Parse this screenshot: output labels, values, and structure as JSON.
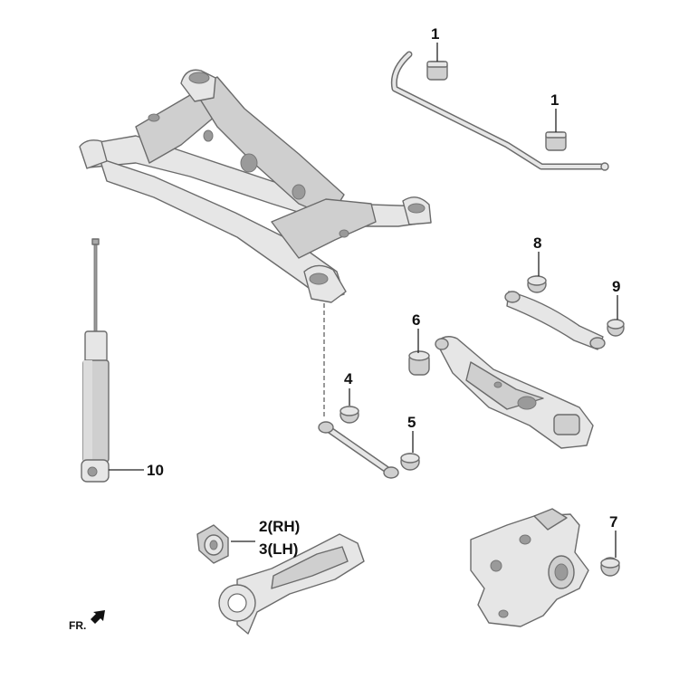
{
  "colors": {
    "part_light": "#e6e6e6",
    "part_mid": "#cfcfcf",
    "part_dark": "#a9a9a9",
    "outline": "#6b6b6b",
    "label": "#111111"
  },
  "callouts": {
    "c1a": "1",
    "c1b": "1",
    "c2": "2(RH)",
    "c3": "3(LH)",
    "c4": "4",
    "c5": "5",
    "c6": "6",
    "c7": "7",
    "c8": "8",
    "c9": "9",
    "c10": "10"
  },
  "direction": {
    "label": "FR.",
    "icon": "arrow-down-left-icon"
  }
}
